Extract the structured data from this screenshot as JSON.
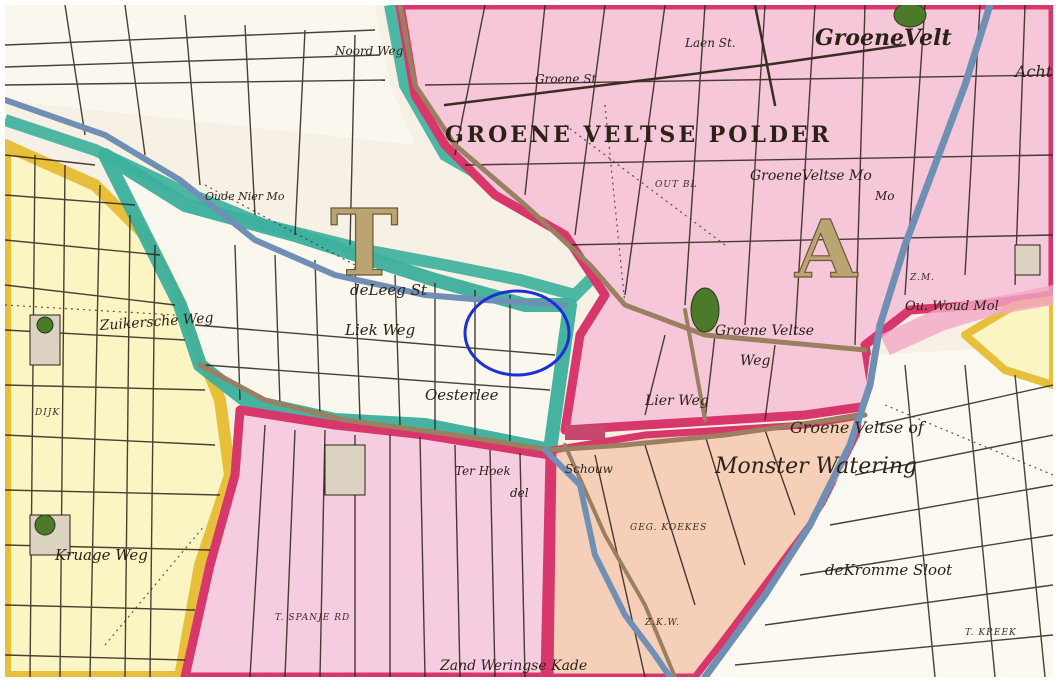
{
  "map": {
    "labels": {
      "groene_velt": "GroeneVelt",
      "groeneveltse_polder": "GROENE VELTSE POLDER",
      "laen_st": "Laen St.",
      "groene_st": "Groene St.",
      "achter": "Achte",
      "noord_weg": "Noord Weg",
      "oude_nier_mo": "Oude Nier Mo",
      "de_leeg": "deLeeg St",
      "liek_weg": "Liek Weg",
      "oesterlee": "Oesterlee",
      "zuikerge_weg": "Zuikersche Weg",
      "groeneveltse_mo": "GroeneVeltse Mo",
      "groeneveltse_weg": "Groene Veltse",
      "weg": "Weg",
      "lier_weg": "Lier Weg",
      "groeneveltse_of": "Groene Veltse of",
      "monster_watering": "Monster Watering",
      "ou_woud_mol": "Ou. Woud Mol",
      "zm": "Z.M.",
      "de_kromme_sloot": "deKromme Sloot",
      "kruage_weg": "Kruage Weg",
      "zand_weringse_kade": "Zand Weringse Kade",
      "spanjerd": "T. SPANJE RD",
      "zuid_kade": "Z.K.W.",
      "ter_kreek": "T. KREEK",
      "geg_hoek": "GEG. KOEKES",
      "ouy_bl": "OUT BL",
      "big_t": "T",
      "big_a": "A",
      "dijk_label": "DIJK",
      "schouw": "Schouw",
      "del": "del",
      "ter_hoek": "Ter Hoek",
      "mole": "Mo"
    },
    "colors": {
      "pink_polder": "#f5c6d8",
      "pink_border": "#d8356a",
      "yellow_area": "#fbf6c6",
      "yellow_border": "#e7bf3a",
      "teal_border": "#3aaf9a",
      "canal_blue": "#6f8fb4",
      "peach_area": "#f6cdb6",
      "highlight_circle": "#1f2fd6"
    }
  }
}
